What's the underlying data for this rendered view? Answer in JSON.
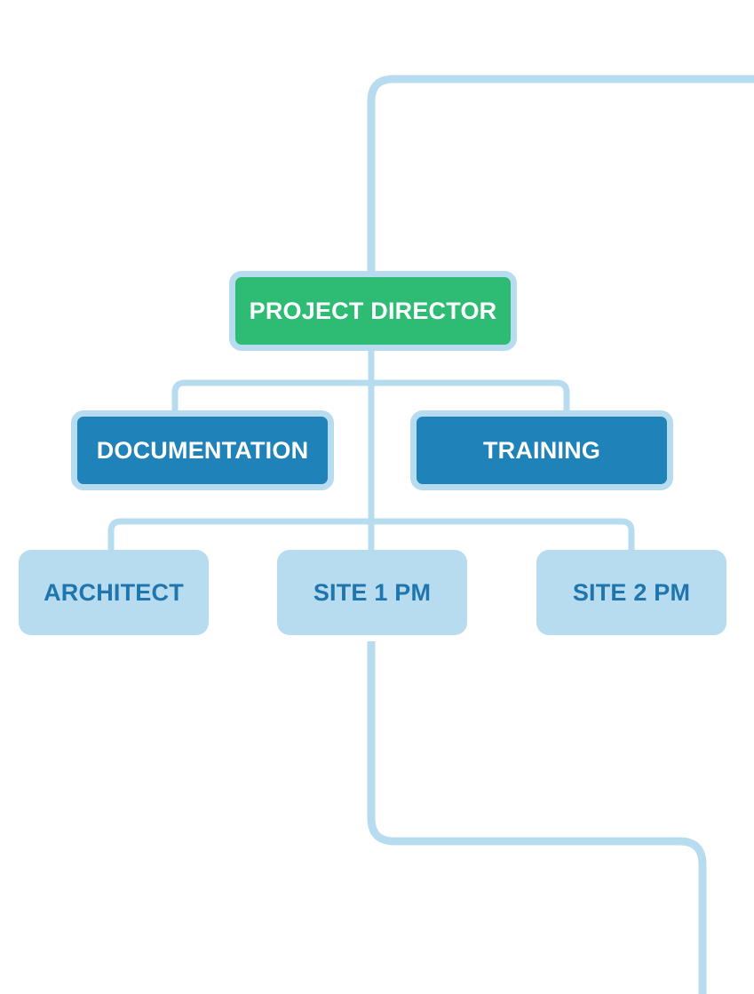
{
  "colors": {
    "connector": "#b8dcef",
    "director_fill": "#2ebc75",
    "director_text": "#ffffff",
    "department_fill": "#1f82b8",
    "department_text": "#ffffff",
    "role_fill": "#b8dcef",
    "role_text": "#1f75ad",
    "node_border": "#b8dcef"
  },
  "nodes": {
    "director": {
      "label": "PROJECT DIRECTOR"
    },
    "documentation": {
      "label": "DOCUMENTATION"
    },
    "training": {
      "label": "TRAINING"
    },
    "architect": {
      "label": "ARCHITECT"
    },
    "site1_pm": {
      "label": "SITE 1 PM"
    },
    "site2_pm": {
      "label": "SITE 2 PM"
    }
  },
  "edges": [
    {
      "from": "director",
      "to": "documentation"
    },
    {
      "from": "director",
      "to": "training"
    },
    {
      "from": "director",
      "to": "architect"
    },
    {
      "from": "director",
      "to": "site1_pm"
    },
    {
      "from": "director",
      "to": "site2_pm"
    }
  ]
}
